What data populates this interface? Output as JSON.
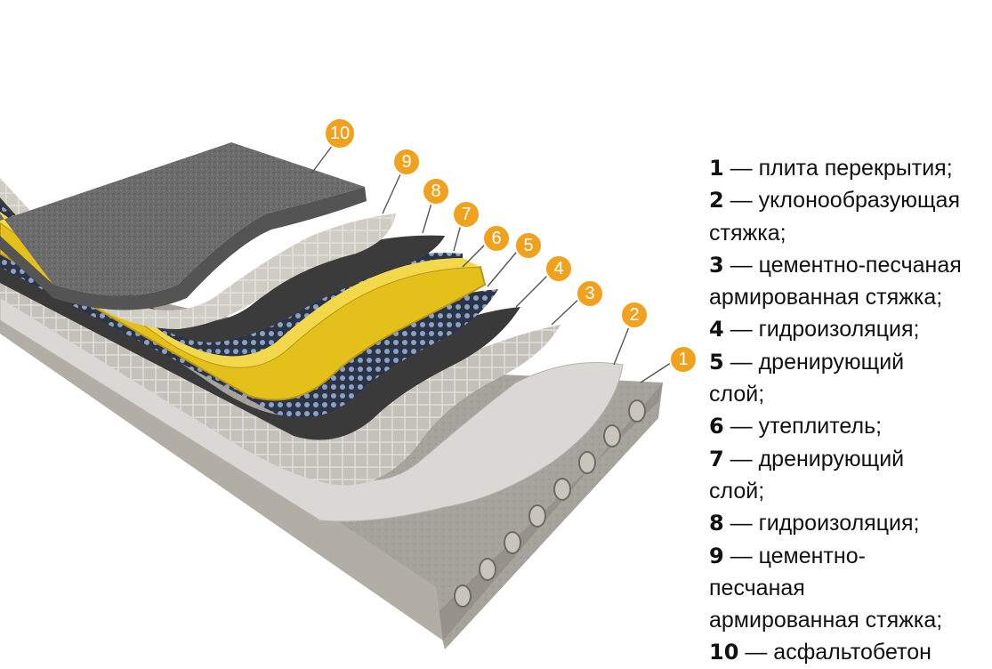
{
  "legend": [
    {
      "num": "1",
      "text": " — плита перекрытия;"
    },
    {
      "num": "2",
      "text": " — уклонообразующая"
    },
    {
      "num": "",
      "text": "стяжка;"
    },
    {
      "num": "3",
      "text": " — цементно-песчаная"
    },
    {
      "num": "",
      "text": "армированная стяжка;"
    },
    {
      "num": "4",
      "text": " — гидроизоляция;"
    },
    {
      "num": "5",
      "text": " — дренирующий"
    },
    {
      "num": "",
      "text": "слой;"
    },
    {
      "num": "6",
      "text": " — утеплитель;"
    },
    {
      "num": "7",
      "text": " — дренирующий"
    },
    {
      "num": "",
      "text": "слой;"
    },
    {
      "num": "8",
      "text": " — гидроизоляция;"
    },
    {
      "num": "9",
      "text": " —  цементно-"
    },
    {
      "num": "",
      "text": "песчаная"
    },
    {
      "num": "",
      "text": "армированная стяжка;"
    },
    {
      "num": "10",
      "text": " — асфальтобетон"
    }
  ],
  "badges": [
    "1",
    "2",
    "3",
    "4",
    "5",
    "6",
    "7",
    "8",
    "9",
    "10"
  ],
  "colors": {
    "badge": "#f0a21e",
    "slab": "#a8a49c",
    "screed_light": "#dcdcdc",
    "screed": "#c2bfb8",
    "waterproofing": "#3b3b3b",
    "drainage": "#2f3a4c",
    "insulation": "#e6c21a",
    "asphalt": "#6a6a6a"
  }
}
